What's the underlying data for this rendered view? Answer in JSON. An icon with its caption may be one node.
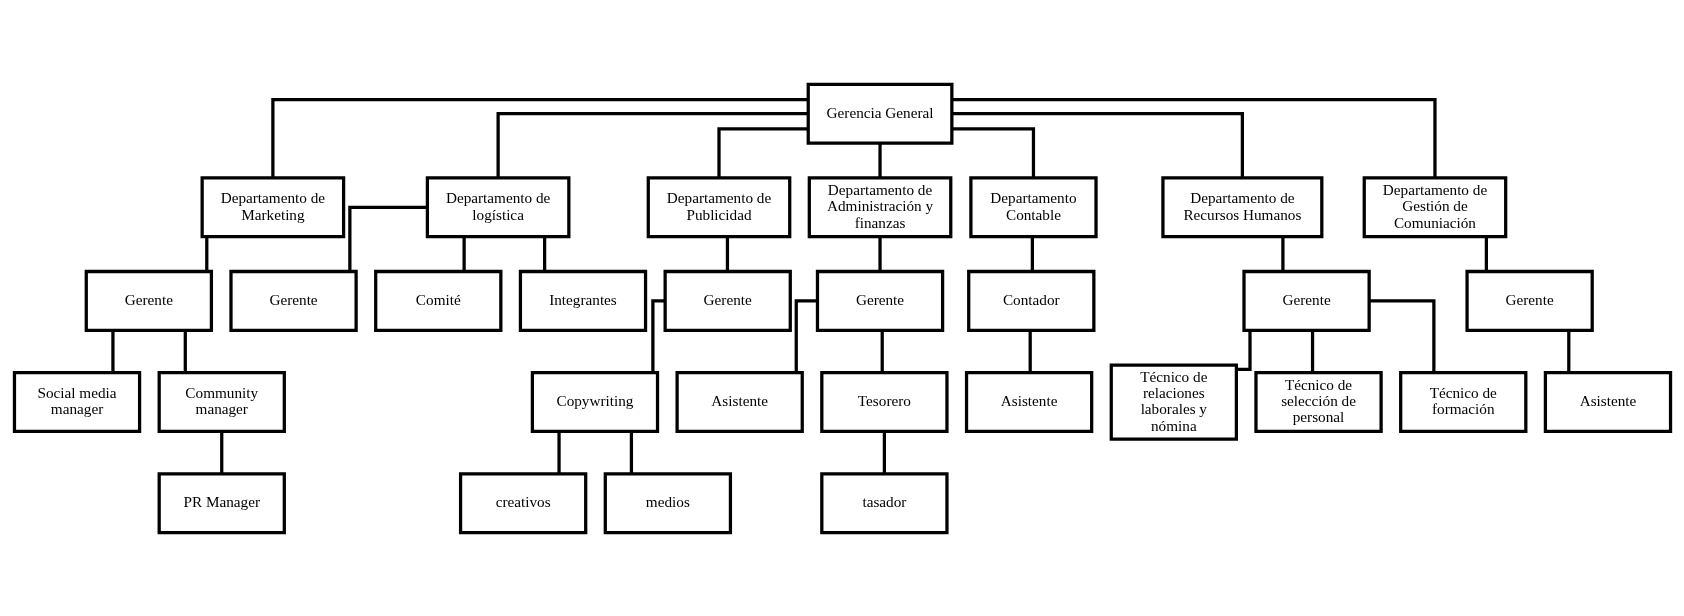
{
  "diagram": {
    "nodes": [
      {
        "text": [
          "Gerencia General"
        ]
      },
      {
        "text": [
          "Departamento de Marketing"
        ]
      },
      {
        "text": [
          "Departamento de logística"
        ]
      },
      {
        "text": [
          "Departamento de Publicidad"
        ]
      },
      {
        "text": [
          "Departamento de Administración y finanzas"
        ]
      },
      {
        "text": [
          "Departamento Contable"
        ]
      },
      {
        "text": [
          "Departamento de Recursos Humanos"
        ]
      },
      {
        "text": [
          "Departamento de Gestión de Comuniación"
        ]
      },
      {
        "text": [
          "Gerente"
        ]
      },
      {
        "text": [
          "Gerente"
        ]
      },
      {
        "text": [
          "Gerente"
        ]
      },
      {
        "text": [
          "Gerente"
        ]
      },
      {
        "text": [
          "Contador"
        ]
      },
      {
        "text": [
          "Gerente"
        ]
      },
      {
        "text": [
          "Gerente"
        ]
      },
      {
        "text": [
          "Social media manager"
        ]
      },
      {
        "text": [
          "Community manager"
        ]
      },
      {
        "text": [
          "Comité"
        ]
      },
      {
        "text": [
          "Copywriting"
        ]
      },
      {
        "text": [
          "Asistente"
        ]
      },
      {
        "text": [
          "Tesorero"
        ]
      },
      {
        "text": [
          "Asistente"
        ]
      },
      {
        "text": [
          "Técnico de relaciones laborales y nómina"
        ]
      },
      {
        "text": [
          "Asistente"
        ]
      },
      {
        "text": [
          "PR Manager"
        ]
      },
      {
        "text": [
          "Integrantes"
        ]
      },
      {
        "text": [
          "creativos"
        ]
      },
      {
        "text": [
          "tasador"
        ]
      },
      {
        "text": [
          "Técnico de selección de personal"
        ]
      },
      {
        "text": [
          "medios"
        ]
      },
      {
        "text": [
          "Técnico de formación"
        ]
      }
    ],
    "edges": [
      {
        "from": 0,
        "to": 1,
        "arrow": "none"
      },
      {
        "from": 0,
        "to": 2,
        "arrow": "none"
      },
      {
        "from": 0,
        "to": 3,
        "arrow": "none"
      },
      {
        "from": 0,
        "to": 4,
        "arrow": "none"
      },
      {
        "from": 0,
        "to": 5,
        "arrow": "none"
      },
      {
        "from": 0,
        "to": 6,
        "arrow": "none"
      },
      {
        "from": 0,
        "to": 7,
        "arrow": "none"
      },
      {
        "from": 1,
        "to": 8,
        "arrow": "none"
      },
      {
        "from": 8,
        "to": 15,
        "arrow": "none"
      },
      {
        "from": 8,
        "to": 16,
        "arrow": "none"
      },
      {
        "from": 16,
        "to": 24,
        "arrow": "none"
      },
      {
        "from": 2,
        "to": 9,
        "arrow": "none"
      },
      {
        "from": 2,
        "to": 17,
        "arrow": "none"
      },
      {
        "from": 2,
        "to": 25,
        "arrow": "none"
      },
      {
        "from": 3,
        "to": 10,
        "arrow": "none"
      },
      {
        "from": 10,
        "to": 18,
        "arrow": "none"
      },
      {
        "from": 18,
        "to": 26,
        "arrow": "none"
      },
      {
        "from": 18,
        "to": 29,
        "arrow": "none"
      },
      {
        "from": 4,
        "to": 11,
        "arrow": "none"
      },
      {
        "from": 11,
        "to": 19,
        "arrow": "none"
      },
      {
        "from": 11,
        "to": 20,
        "arrow": "none"
      },
      {
        "from": 20,
        "to": 27,
        "arrow": "none"
      },
      {
        "from": 5,
        "to": 12,
        "arrow": "none"
      },
      {
        "from": 12,
        "to": 21,
        "arrow": "none"
      },
      {
        "from": 6,
        "to": 13,
        "arrow": "none"
      },
      {
        "from": 13,
        "to": 22,
        "arrow": "none"
      },
      {
        "from": 13,
        "to": 28,
        "arrow": "none"
      },
      {
        "from": 13,
        "to": 30,
        "arrow": "none"
      },
      {
        "from": 7,
        "to": 14,
        "arrow": "none"
      },
      {
        "from": 14,
        "to": 23,
        "arrow": "none"
      }
    ]
  }
}
